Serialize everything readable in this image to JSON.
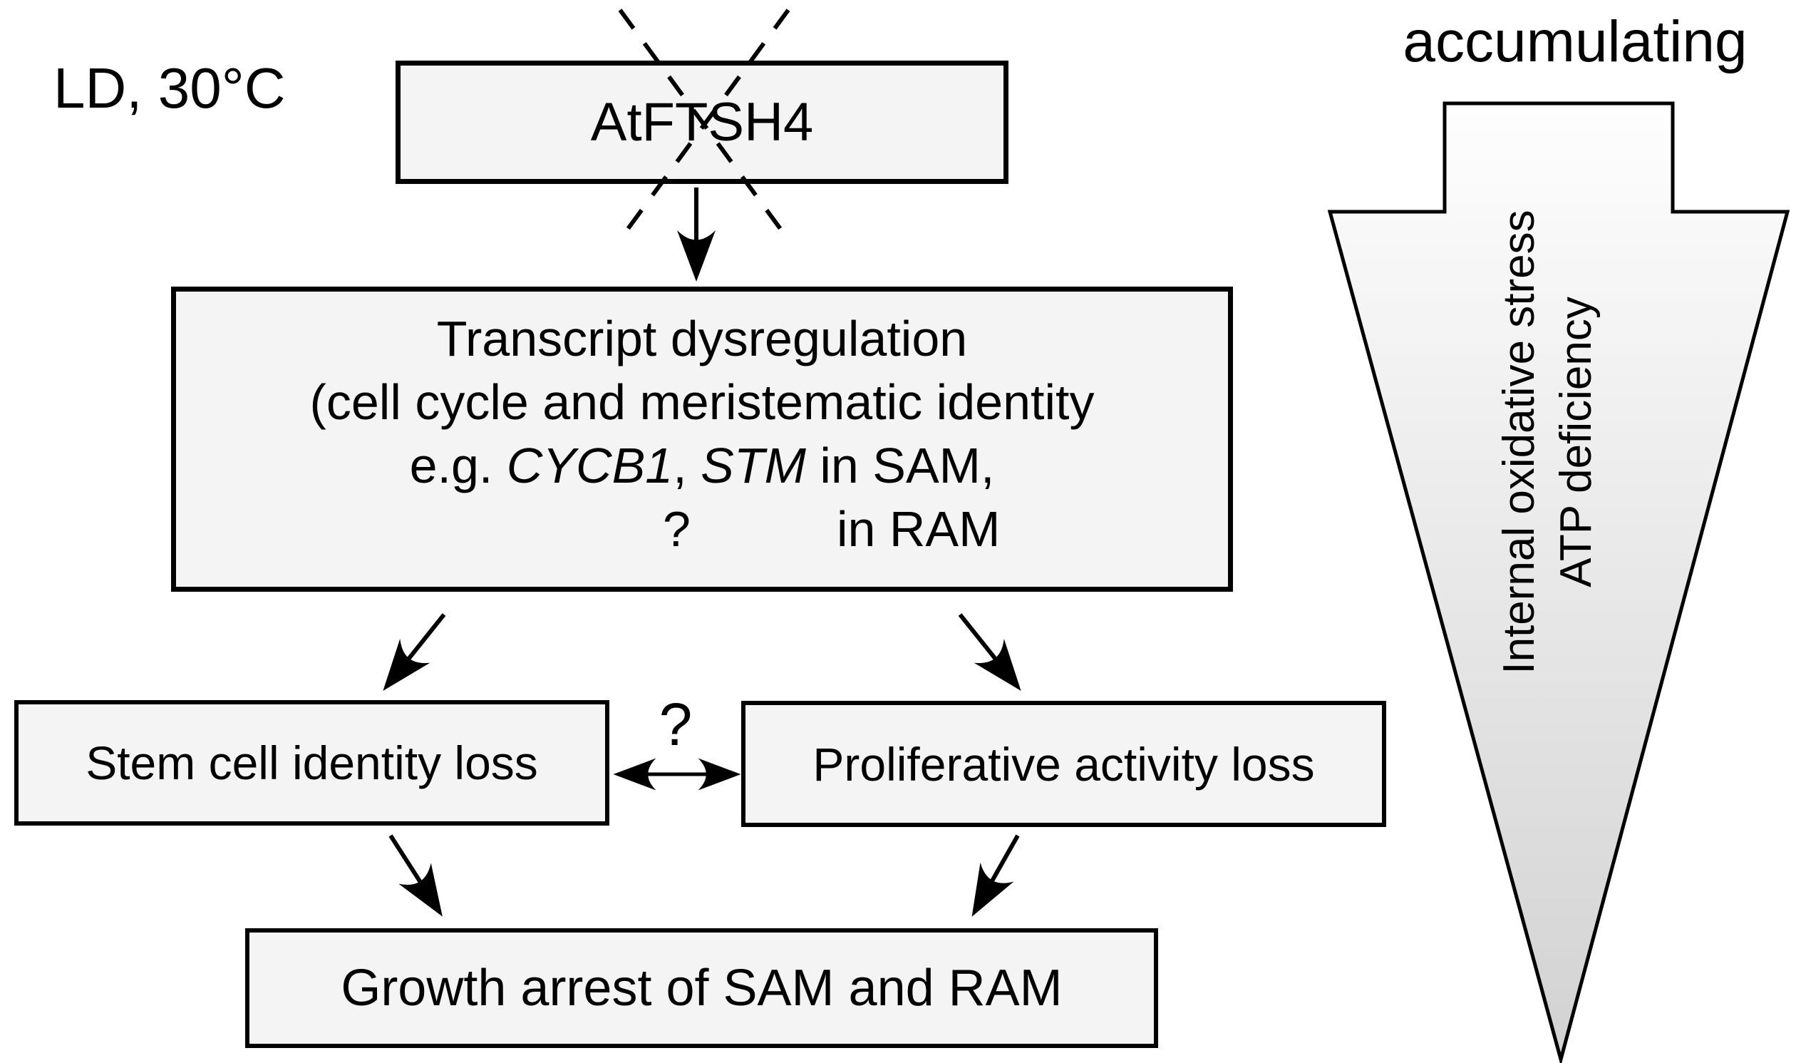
{
  "condition_label": "LD, 30°C",
  "accumulating_label": "accumulating",
  "boxes": {
    "atftsh4": {
      "label": "AtFTSH4"
    },
    "transcript": {
      "line1": "Transcript dysregulation",
      "line2": "(cell cycle and meristematic identity",
      "line3_segments": [
        {
          "text": "e.g. ",
          "italic": false
        },
        {
          "text": "CYCB1",
          "italic": true
        },
        {
          "text": ", ",
          "italic": false
        },
        {
          "text": "STM",
          "italic": true
        },
        {
          "text": " in SAM,",
          "italic": false
        }
      ],
      "line4_question": "?",
      "line4_text": "in RAM"
    },
    "stem_cell": {
      "label": "Stem cell identity loss"
    },
    "proliferative": {
      "label": "Proliferative activity loss"
    },
    "growth_arrest": {
      "label": "Growth arrest of SAM and RAM"
    }
  },
  "connector_question": "?",
  "side_arrow": {
    "line1": "Internal oxidative stress",
    "line2": "ATP deficiency"
  },
  "colors": {
    "text": "#000000",
    "line_color": "#000000",
    "box_fill": "#f4f4f4",
    "box_border": "#000000",
    "arrow_fill_top": "#fefefe",
    "arrow_fill_bottom": "#d2d2d2"
  }
}
